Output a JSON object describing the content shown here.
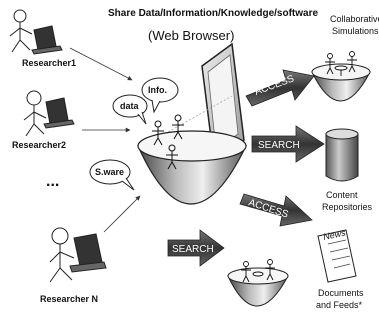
{
  "header": {
    "title": "Share Data/Information/Knowledge/software",
    "subtitle": "(Web Browser)"
  },
  "researchers": {
    "r1": "Researcher1",
    "r2": "Researcher2",
    "ellipsis": "...",
    "rn": "Researcher N"
  },
  "bubbles": {
    "info": "Info.",
    "data": "data",
    "software": "S.ware"
  },
  "arrows": {
    "access_top": "ACCESS",
    "search_mid": "SEARCH",
    "access_low": "ACCESS",
    "search_bottom": "SEARCH"
  },
  "targets": {
    "collab_line1": "Collaborative",
    "collab_line2": "Simulations",
    "content_line1": "Content",
    "content_line2": "Repositories",
    "docs_line1": "Documents",
    "docs_line2": "and Feeds*",
    "news_tag": "News"
  }
}
